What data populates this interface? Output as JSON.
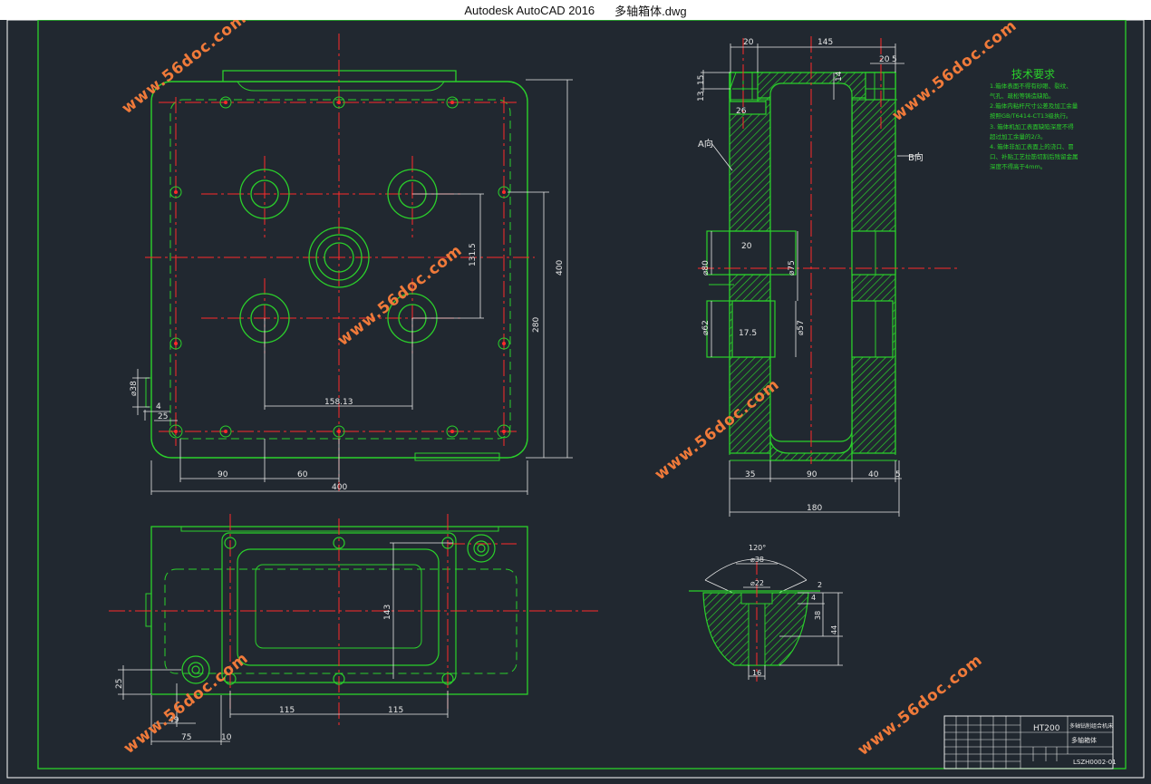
{
  "window": {
    "app_title": "Autodesk AutoCAD 2016",
    "file_name": "多轴箱体.dwg"
  },
  "drawing": {
    "watermark": "www.56doc.com",
    "top_view": {
      "dims": {
        "w400": "400",
        "h400": "400",
        "h280": "280",
        "h131_5": "131.5",
        "w158_13": "158.13",
        "w90": "90",
        "w60": "60",
        "d38": "⌀38",
        "v4": "4",
        "v25": "25"
      }
    },
    "section_view": {
      "dims": {
        "d20_top": "20",
        "d145": "145",
        "d20_r": "20",
        "d5": "5",
        "d14": "14",
        "d26": "26",
        "d15": "15",
        "d13": "13",
        "d20_mid": "20",
        "d80": "⌀80",
        "d75": "⌀75",
        "d62": "⌀62",
        "d17_5": "17.5",
        "d57": "⌀57",
        "d35": "35",
        "d90": "90",
        "d40": "40",
        "d5b": "5",
        "d180": "180"
      },
      "label_a": "A向",
      "label_b": "B向"
    },
    "tech_requirements": {
      "title": "技术要求",
      "lines": [
        "1.箱体表面不得有砂眼、裂纹、",
        "气孔、疏松等铸造缺陷。",
        "2.箱体内粘杆尺寸公差及加工余量",
        "按照GB/T6414-CT13级执行。",
        "3. 箱体机加工表面缺陷深度不得",
        "超过加工余量的2/3。",
        "4. 箱体非加工表面上的浇口、冒",
        "口、补贴工艺拉筋切割后残留金属",
        "深度不得高于4mm。"
      ]
    },
    "bottom_view": {
      "dims": {
        "d143": "143",
        "d115a": "115",
        "d115b": "115",
        "d75": "75",
        "d49": "49",
        "d10": "10",
        "d25": "25"
      }
    },
    "detail_view": {
      "dims": {
        "a120": "120°",
        "d38": "⌀38",
        "d22": "⌀22",
        "d2": "2",
        "d4": "4",
        "d38v": "38",
        "d44": "44",
        "d16": "16"
      }
    },
    "title_block": {
      "material": "HT200",
      "part_name": "多轴箱体",
      "school": "多轴钻削组合机床",
      "drawing_no": "LSZH0002-01"
    }
  }
}
